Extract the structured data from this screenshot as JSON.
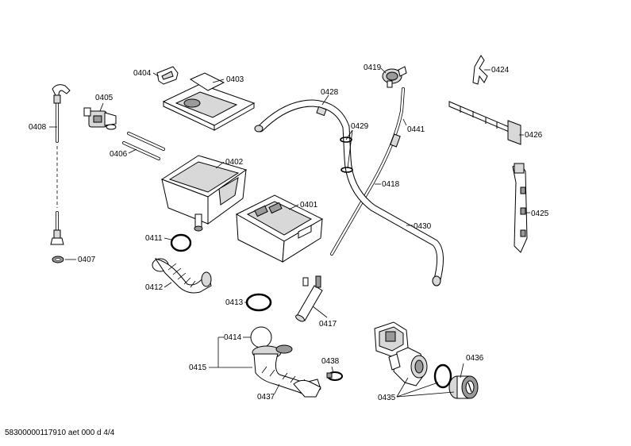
{
  "labels": {
    "p0404": "0404",
    "p0403": "0403",
    "p0405": "0405",
    "p0408": "0408",
    "p0406": "0406",
    "p0402": "0402",
    "p0401": "0401",
    "p0411": "0411",
    "p0412": "0412",
    "p0407": "0407",
    "p0413": "0413",
    "p0417": "0417",
    "p0414": "0414",
    "p0415": "0415",
    "p0437": "0437",
    "p0438": "0438",
    "p0435": "0435",
    "p0436": "0436",
    "p0419": "0419",
    "p0428": "0428",
    "p0429": "0429",
    "p0441": "0441",
    "p0418": "0418",
    "p0430": "0430",
    "p0424": "0424",
    "p0426": "0426",
    "p0425": "0425"
  },
  "footer": "58300000117910 aet 000 d 4/4"
}
